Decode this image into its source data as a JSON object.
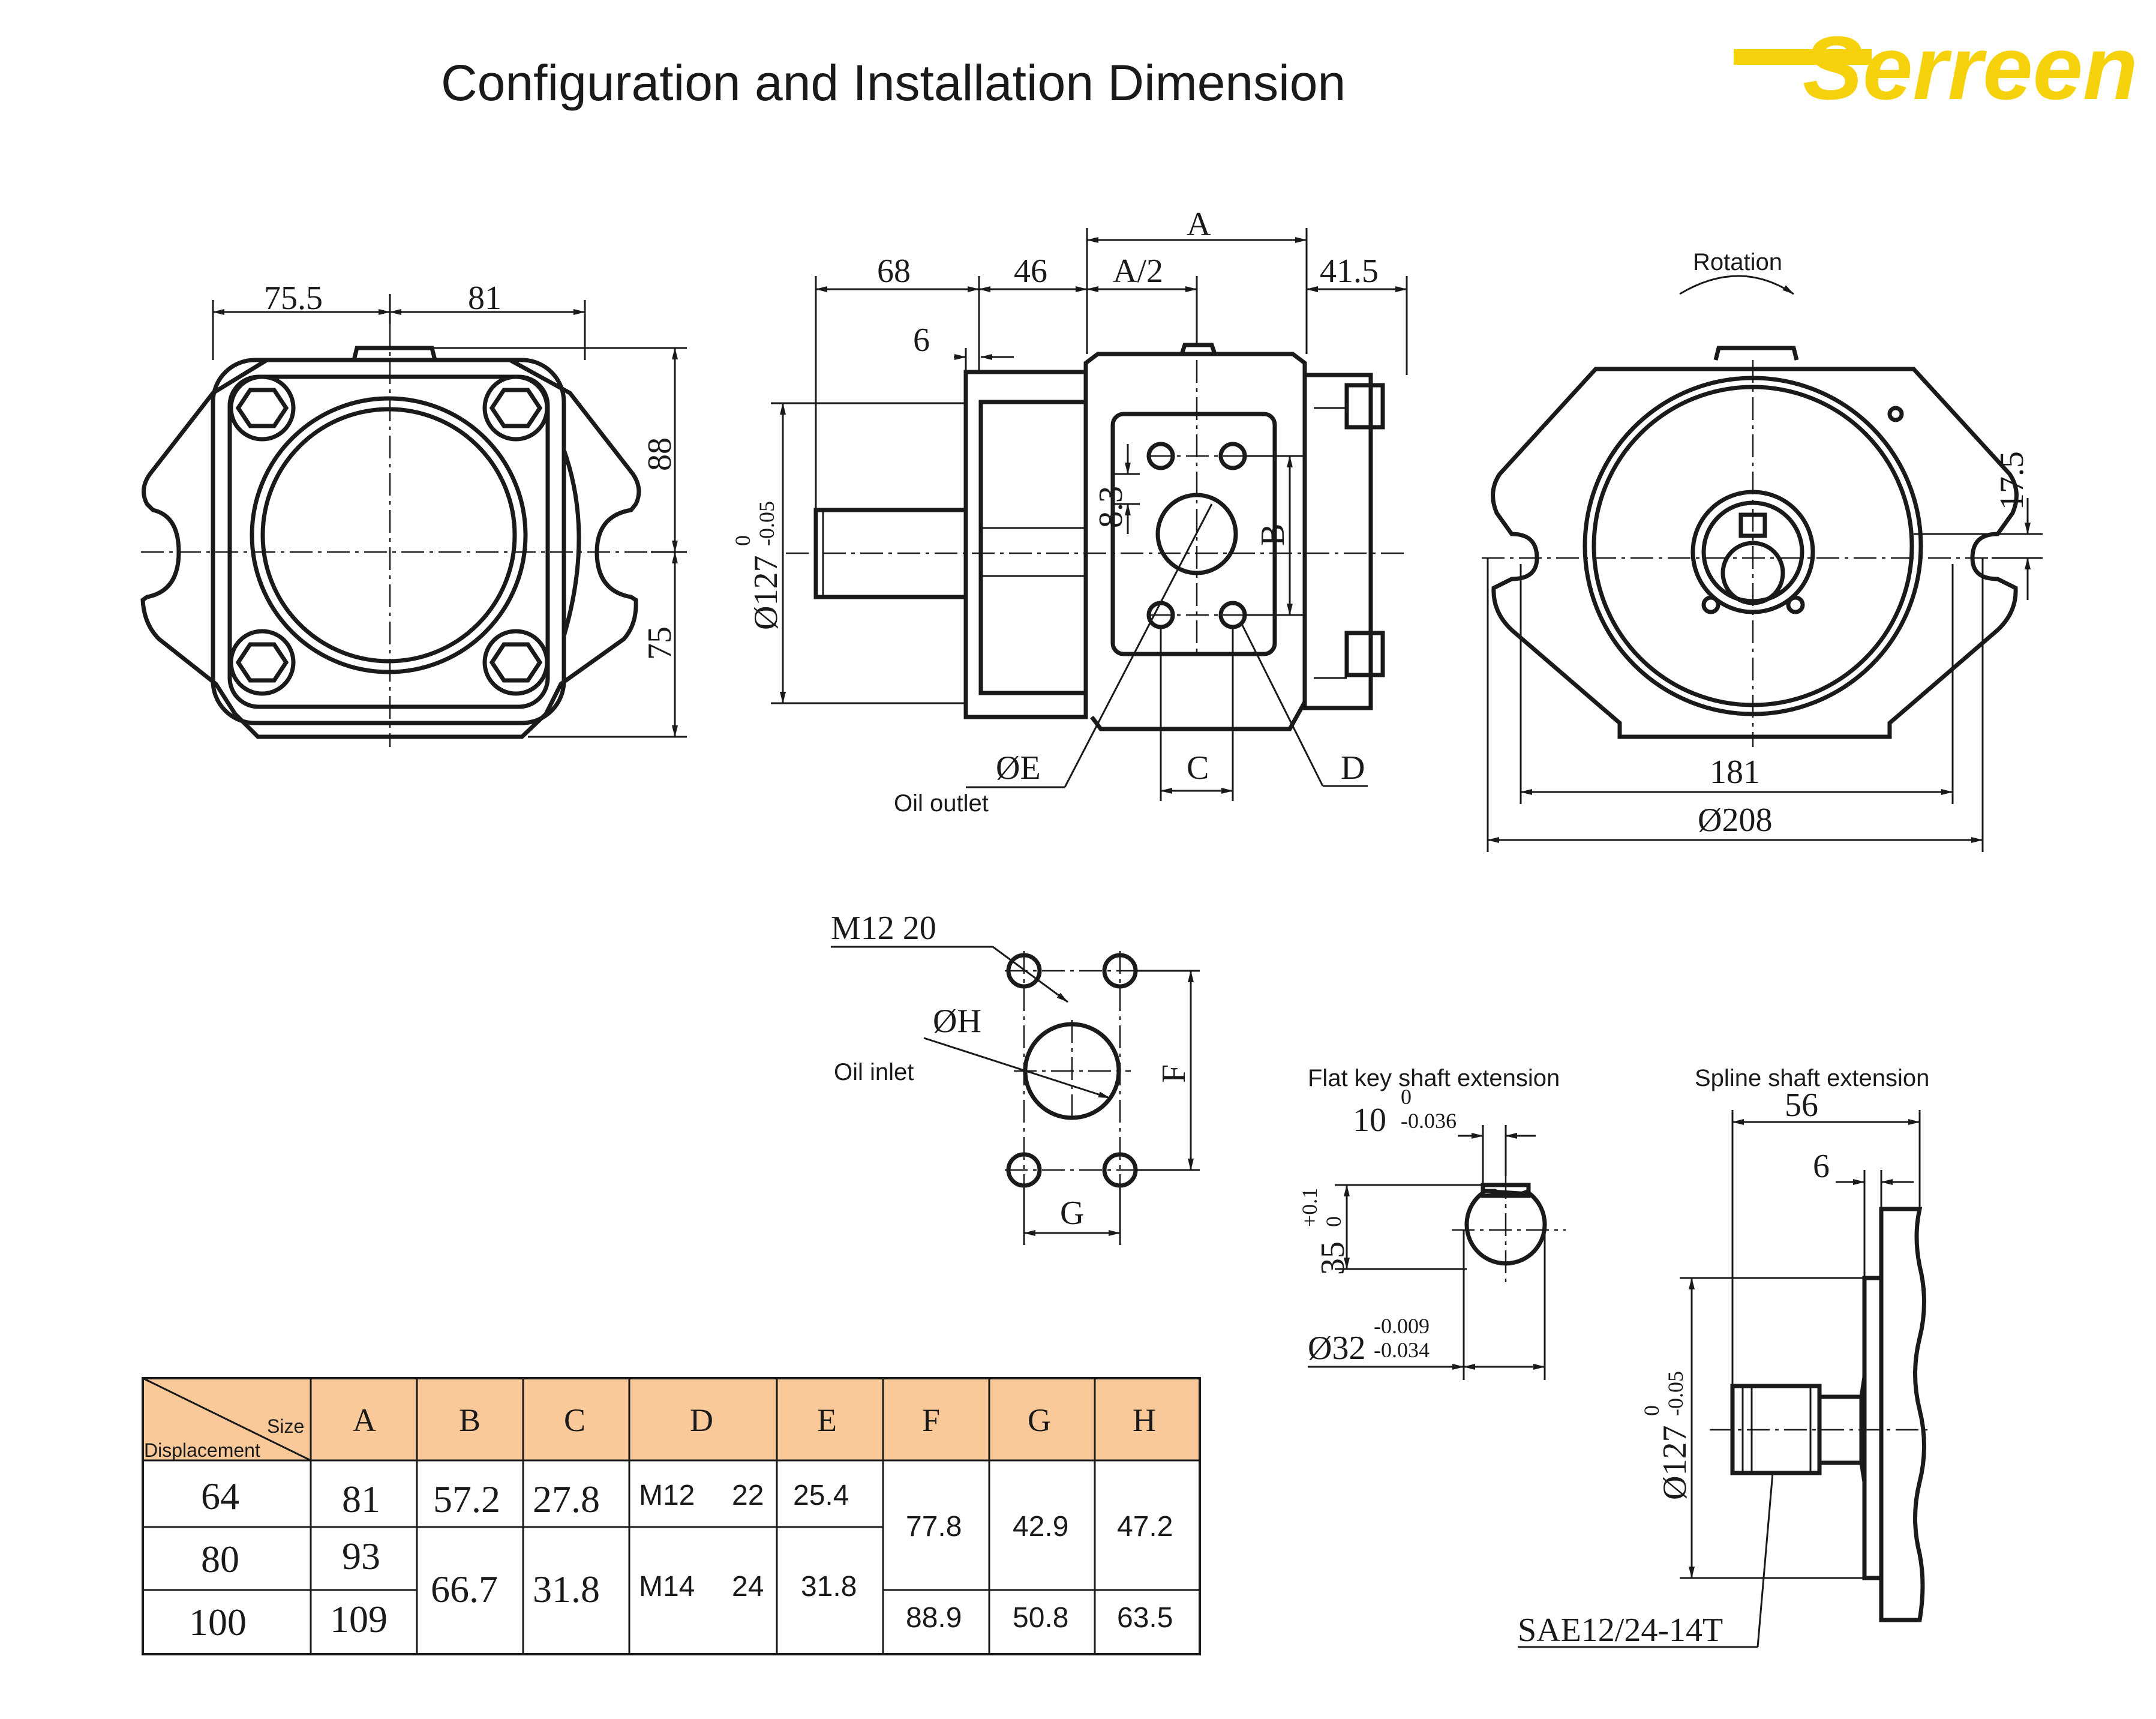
{
  "title": "Configuration and Installation Dimension",
  "brand": {
    "name": "Serreen",
    "color": "#f5d20c"
  },
  "front_view": {
    "dim_left": "75.5",
    "dim_right": "81",
    "dim_top_v": "88",
    "dim_bot_v": "75"
  },
  "side_view": {
    "dim_68": "68",
    "dim_46": "46",
    "dim_A": "A",
    "dim_A2": "A/2",
    "dim_415": "41.5",
    "dim_6": "6",
    "dim_83": "8.3",
    "dim_B": "B",
    "dim_C": "C",
    "dim_D": "D",
    "dim_E": "ØE",
    "oil_outlet": "Oil outlet",
    "dia127": "Ø127",
    "dia127_upper": "0",
    "dia127_lower": "-0.05"
  },
  "rear_view": {
    "rotation": "Rotation",
    "dim_175": "17.5",
    "dim_181": "181",
    "dim_208": "Ø208"
  },
  "inlet_view": {
    "bolt_label": "M12   20",
    "dim_H": "ØH",
    "oil_inlet": "Oil inlet",
    "dim_F": "F",
    "dim_G": "G"
  },
  "flat_key": {
    "title": "Flat key shaft extension",
    "dim_10": "10",
    "dim_10_upper": "0",
    "dim_10_lower": "-0.036",
    "dim_35": "35",
    "dim_35_upper": "+0.1",
    "dim_35_lower": "0",
    "dim_32": "Ø32",
    "dim_32_upper": "-0.009",
    "dim_32_lower": "-0.034"
  },
  "spline": {
    "title": "Spline shaft extension",
    "dim_56": "56",
    "dim_6": "6",
    "dia127": "Ø127",
    "dia127_upper": "0",
    "dia127_lower": "-0.05",
    "spec": "SAE12/24-14T"
  },
  "table": {
    "corner_top": "Size",
    "corner_bottom": "Displacement",
    "header_fill": "#f9c999",
    "headers": [
      "A",
      "B",
      "C",
      "D",
      "E",
      "F",
      "G",
      "H"
    ],
    "disp": [
      "64",
      "80",
      "100"
    ],
    "A": [
      "81",
      "93",
      "109"
    ],
    "B": [
      "57.2",
      "66.7"
    ],
    "C": [
      "27.8",
      "31.8"
    ],
    "D": [
      [
        "M12",
        "22"
      ],
      [
        "M14",
        "24"
      ]
    ],
    "E": [
      "25.4",
      "31.8"
    ],
    "F": [
      "77.8",
      "88.9"
    ],
    "G": [
      "42.9",
      "50.8"
    ],
    "H": [
      "47.2",
      "63.5"
    ]
  }
}
